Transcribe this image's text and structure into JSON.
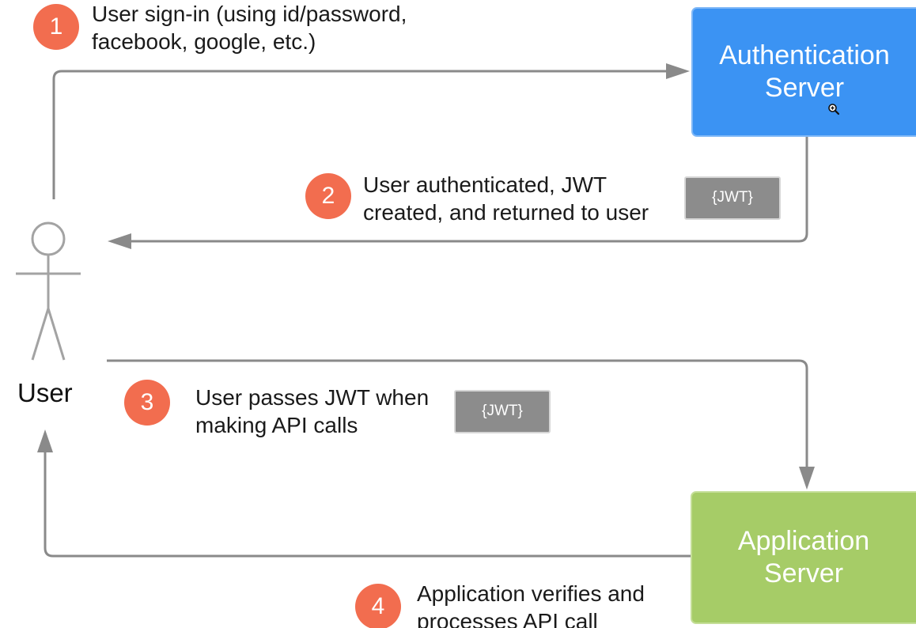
{
  "diagram": {
    "steps": [
      {
        "number": "1",
        "text": "User sign-in (using id/password,\nfacebook, google, etc.)"
      },
      {
        "number": "2",
        "text": "User authenticated, JWT\ncreated, and returned to user"
      },
      {
        "number": "3",
        "text": "User passes JWT when\nmaking API calls"
      },
      {
        "number": "4",
        "text": "Application verifies and\nprocesses API call"
      }
    ],
    "nodes": {
      "auth_server": "Authentication\nServer",
      "app_server": "Application\nServer",
      "user": "User"
    },
    "tokens": {
      "jwt_1": "{JWT}",
      "jwt_2": "{JWT}"
    }
  },
  "colors": {
    "auth_server": "#3b93f3",
    "app_server": "#a6cc67",
    "step_badge": "#f26d4f",
    "token": "#8c8c8c",
    "connector": "#8a8a8a",
    "stick_figure": "#a3a3a3"
  },
  "icons": {
    "cursor": "zoom-in-cursor-icon",
    "user": "stick-figure-icon"
  }
}
